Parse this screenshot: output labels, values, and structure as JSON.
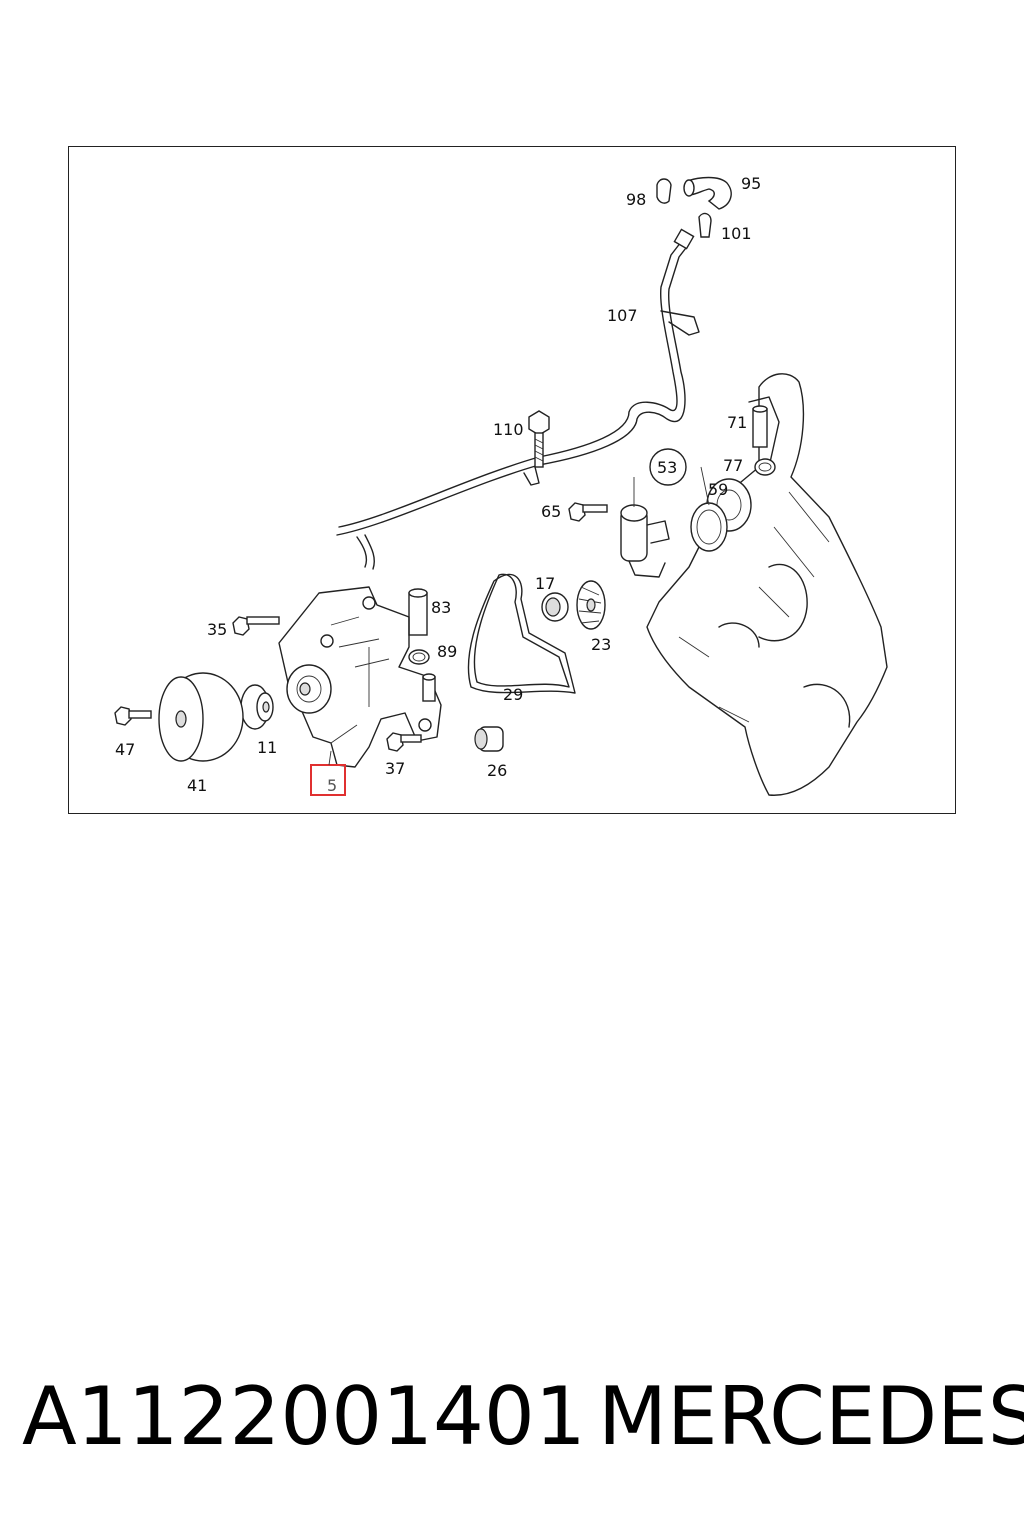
{
  "diagram": {
    "callouts": {
      "c98": "98",
      "c95": "95",
      "c101": "101",
      "c107": "107",
      "c110": "110",
      "c71": "71",
      "c53": "53",
      "c77": "77",
      "c59": "59",
      "c65": "65",
      "c17": "17",
      "c83": "83",
      "c35": "35",
      "c89": "89",
      "c23": "23",
      "c29": "29",
      "c47": "47",
      "c11": "11",
      "c41": "41",
      "c5": "5",
      "c37": "37",
      "c26": "26"
    },
    "highlighted_part": "5",
    "highlight_color": "#e03030"
  },
  "footer": {
    "part_number": "A1122001401",
    "brand": "MERCEDES"
  }
}
